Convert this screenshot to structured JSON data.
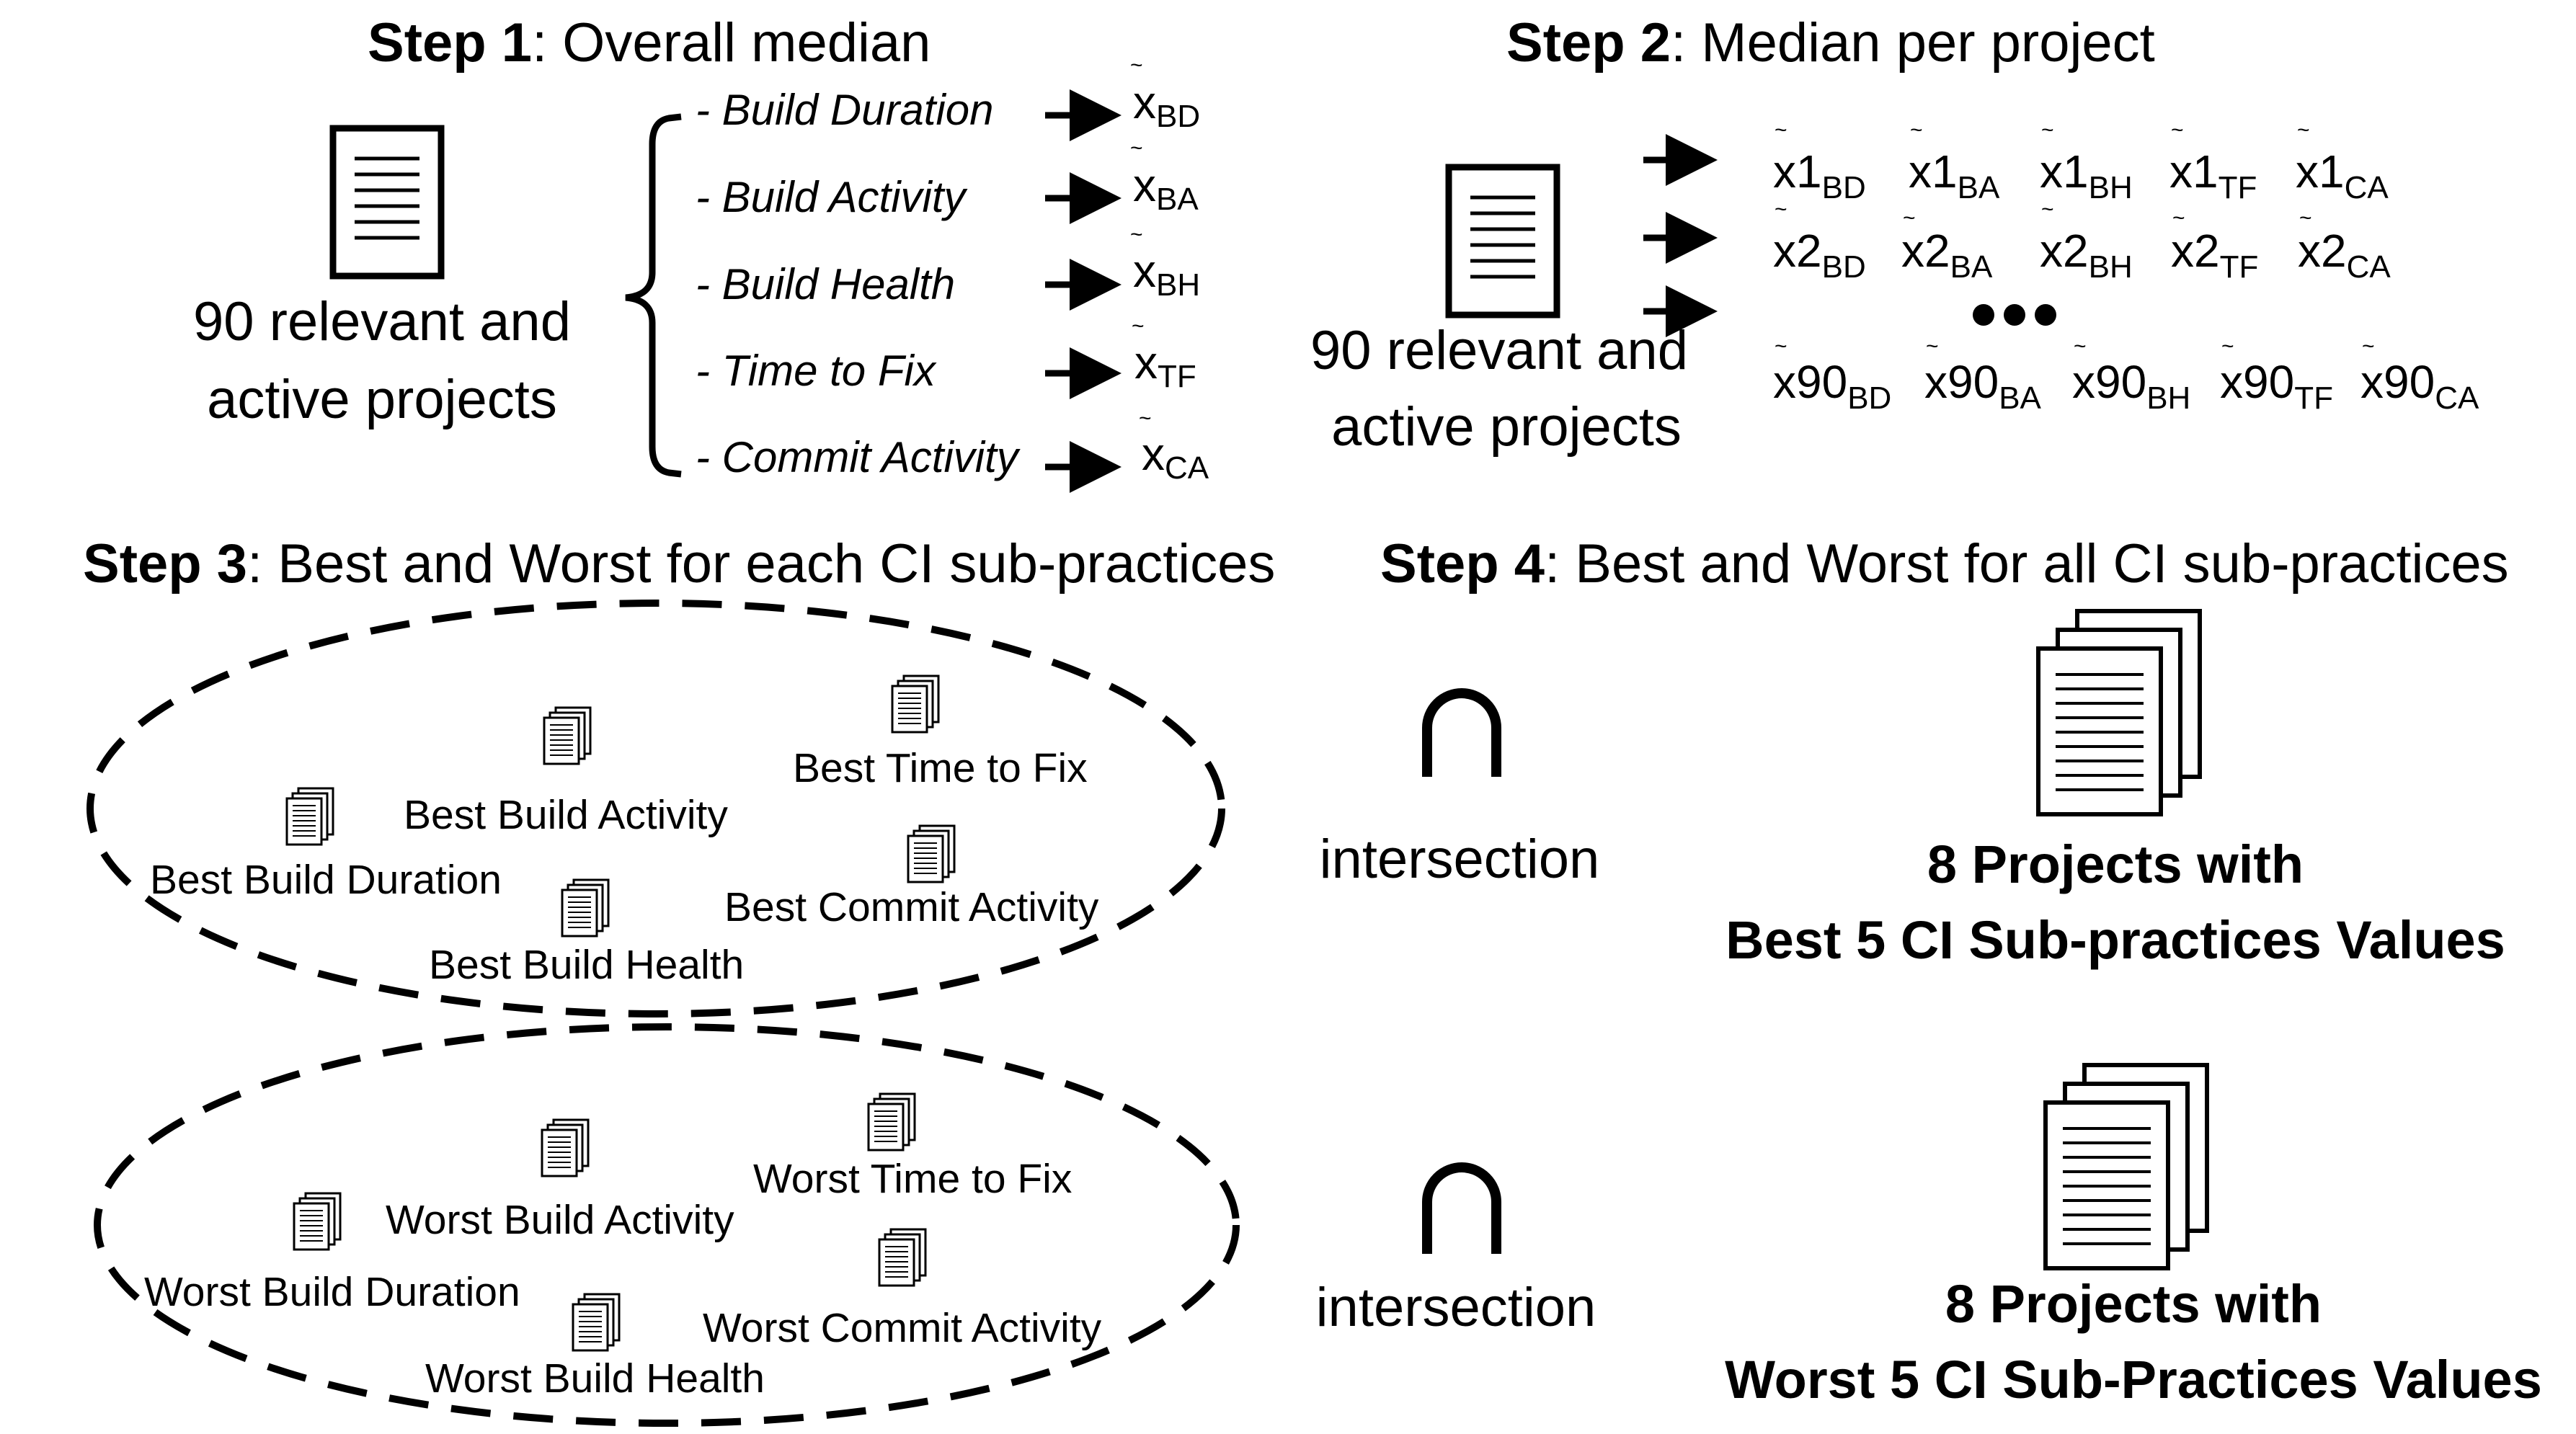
{
  "step1": {
    "heading_bold": "Step 1",
    "heading_rest": ": Overall median",
    "projects_line1": "90 relevant and",
    "projects_line2": "active projects",
    "metrics": [
      {
        "label": "- Build Duration",
        "var": "x",
        "sub": "BD"
      },
      {
        "label": "- Build Activity",
        "var": "x",
        "sub": "BA"
      },
      {
        "label": "- Build Health",
        "var": "x",
        "sub": "BH"
      },
      {
        "label": "- Time to Fix",
        "var": "x",
        "sub": "TF"
      },
      {
        "label": "- Commit Activity",
        "var": "x",
        "sub": "CA"
      }
    ],
    "tilde": "~"
  },
  "step2": {
    "heading_bold": "Step 2",
    "heading_rest": ": Median per project",
    "projects_line1": "90 relevant and",
    "projects_line2": "active projects",
    "rows": [
      {
        "number": "1",
        "subs": [
          "BD",
          "BA",
          "BH",
          "TF",
          "CA"
        ]
      },
      {
        "number": "2",
        "subs": [
          "BD",
          "BA",
          "BH",
          "TF",
          "CA"
        ]
      },
      {
        "number": "90",
        "subs": [
          "BD",
          "BA",
          "BH",
          "TF",
          "CA"
        ]
      }
    ],
    "var_letter": "x",
    "tilde": "~"
  },
  "step3": {
    "heading_bold": "Step 3",
    "heading_rest": ": Best and Worst for each CI sub-practices",
    "best": {
      "duration": "Best Build Duration",
      "activity": "Best Build Activity",
      "health": "Best Build Health",
      "time_to_fix": "Best Time to Fix",
      "commit": "Best Commit Activity"
    },
    "worst": {
      "duration": "Worst Build Duration",
      "activity": "Worst Build Activity",
      "health": "Worst Build Health",
      "time_to_fix": "Worst Time to Fix",
      "commit": "Worst Commit Activity"
    }
  },
  "step4": {
    "heading_bold": "Step 4",
    "heading_rest": ": Best and Worst for all CI sub-practices",
    "intersection_symbol": "∩",
    "intersection_label": "intersection",
    "best_line1": "8 Projects with",
    "best_line2": "Best 5 CI Sub-practices Values",
    "worst_line1": "8 Projects with",
    "worst_line2": "Worst 5 CI Sub-Practices Values"
  }
}
